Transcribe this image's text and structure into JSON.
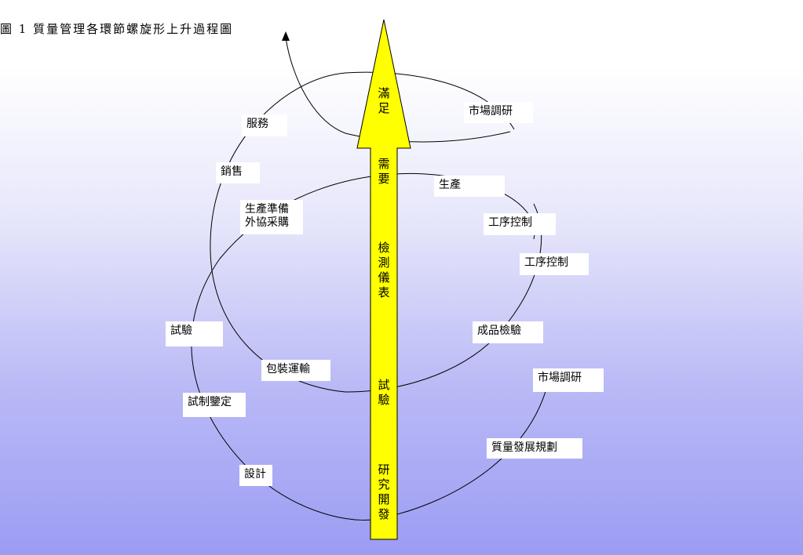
{
  "title": "圖 1 質量管理各環節螺旋形上升過程圖",
  "arrow_segments": [
    "滿\n足",
    "需\n要",
    "檢\n測\n儀\n表",
    "試\n驗",
    "研\n究\n開\n發"
  ],
  "labels": {
    "market_top": "市場調研",
    "service": "服務",
    "sales": "銷售",
    "production": "生產",
    "prep": "生產準備\n外協采購",
    "process1": "工序控制",
    "process2": "工序控制",
    "inspection": "成品檢驗",
    "test": "試驗",
    "packing": "包裝運輸",
    "market_bottom": "市場調研",
    "trial": "試制鑒定",
    "quality_plan": "質量發展規劃",
    "design": "設計"
  },
  "colors": {
    "arrow_fill": "#ffff00",
    "arrow_stroke": "#000000",
    "curve": "#000000"
  }
}
